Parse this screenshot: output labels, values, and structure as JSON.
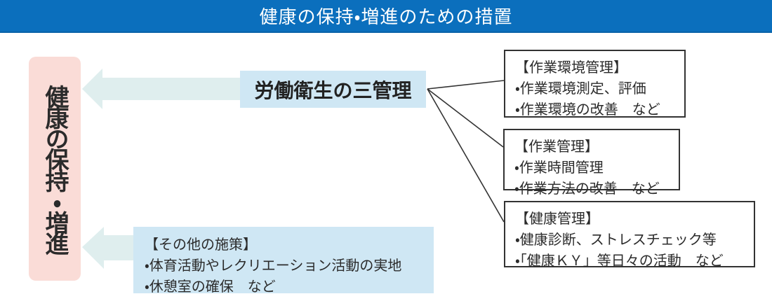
{
  "header": {
    "title": "健康の保持・増進のための措置"
  },
  "goal_box": {
    "label": "健康の保持・増進"
  },
  "hub_box": {
    "label": "労働衛生の三管理"
  },
  "right_boxes": [
    {
      "title": "【作業環境管理】",
      "items": [
        "・作業環境測定、評価",
        "・作業環境の改善　など"
      ]
    },
    {
      "title": "【作業管理】",
      "items": [
        "・作業時間管理",
        "・作業方法の改善　など"
      ]
    },
    {
      "title": "【健康管理】",
      "items": [
        "・健康診断、ストレスチェック等",
        "・「健康ＫＹ」等日々の活動　など"
      ]
    }
  ],
  "other_box": {
    "title": "【その他の施策】",
    "items": [
      "・体育活動やレクリエーション活動の実地",
      "・休憩室の確保　など"
    ]
  },
  "icons": {
    "left_arrow_top": "left-arrow",
    "left_arrow_bottom": "left-arrow"
  },
  "colors": {
    "header_bg": "#0b6fbd",
    "header_edge": "#0a63a8",
    "header_text": "#ffffff",
    "goal_box_bg": "#fadcd7",
    "hub_box_bg": "#cfe7f4",
    "other_box_bg": "#cfe7f4",
    "arrow_fill": "#dfeeee",
    "box_border": "#333333",
    "text": "#222222",
    "connector_line": "#333333"
  }
}
